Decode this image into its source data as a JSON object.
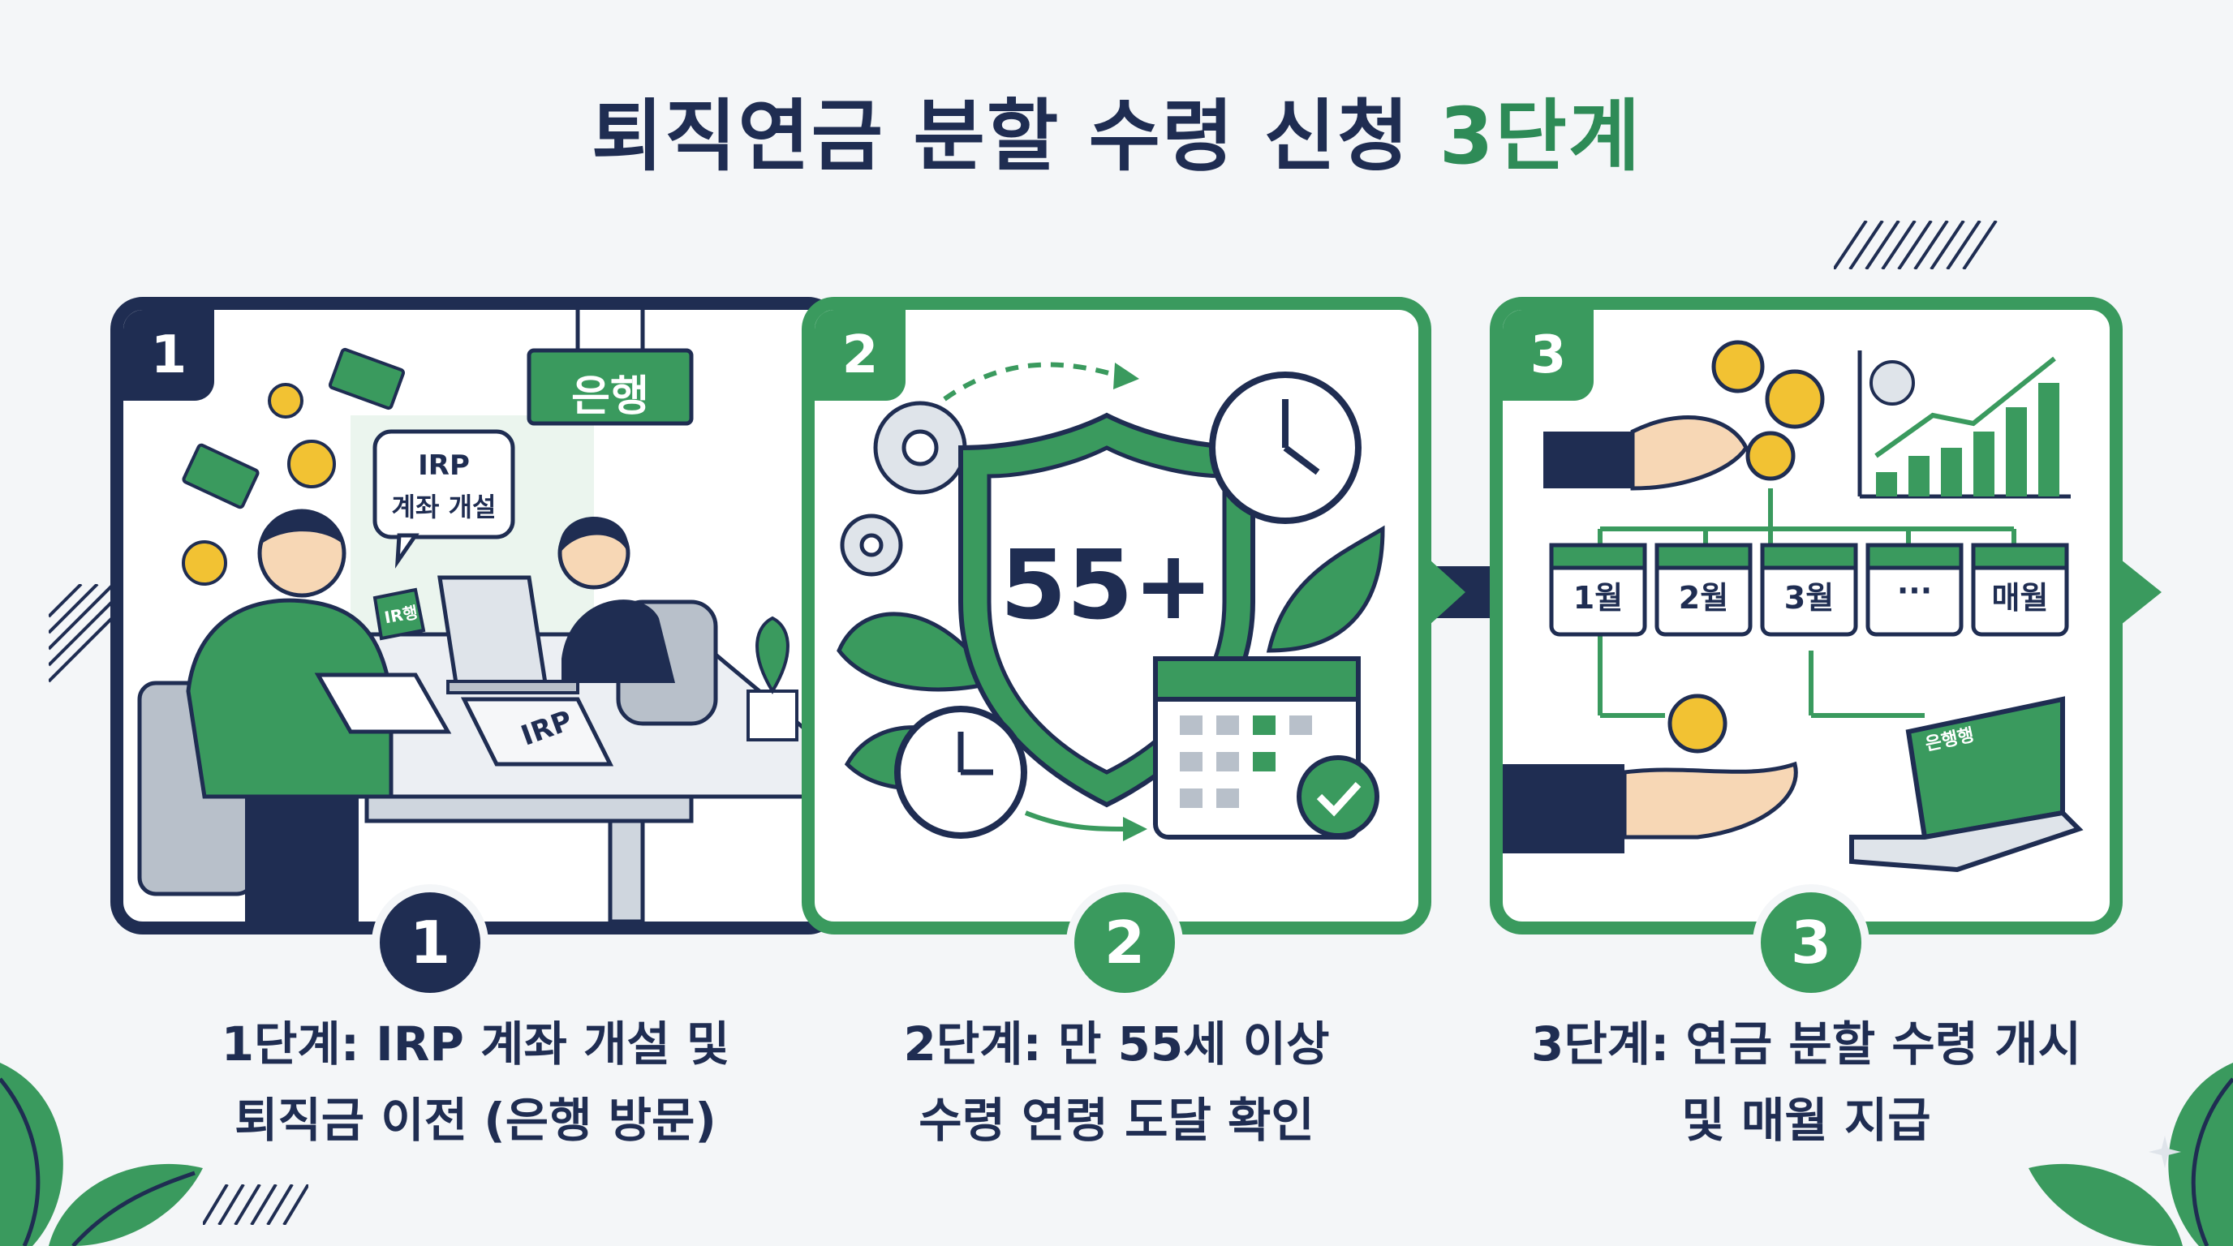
{
  "title": {
    "main": "퇴직연금 분할 수령 신청",
    "accent": "3단계"
  },
  "colors": {
    "navy": "#1f2d52",
    "green": "#3a9a5e",
    "background": "#f4f6f8"
  },
  "steps": [
    {
      "number": "1",
      "caption_line1": "1단계: IRP 계좌 개설 및",
      "caption_line2": "퇴직금 이전 (은행 방문)",
      "bank_sign": "은행",
      "speech_bubble_line1": "IRP",
      "speech_bubble_line2": "계좌 개설",
      "desk_nameplate": "IR행",
      "document_label": "IRP"
    },
    {
      "number": "2",
      "caption_line1": "2단계: 만 55세 이상",
      "caption_line2": "수령 연령 도달 확인",
      "shield_text": "55+"
    },
    {
      "number": "3",
      "caption_line1": "3단계: 연금 분할 수령 개시",
      "caption_line2": "및 매월 지급",
      "months": [
        "1월",
        "2월",
        "3월",
        "···",
        "매월"
      ],
      "laptop_screen_label": "은행행"
    }
  ],
  "icons": [
    "money-bill-icon",
    "coin-icon",
    "gear-icon",
    "clock-icon",
    "calendar-icon",
    "check-icon",
    "shield-icon",
    "leaf-icon",
    "growth-chart-icon",
    "hand-icon",
    "laptop-icon",
    "sparkle-icon"
  ]
}
